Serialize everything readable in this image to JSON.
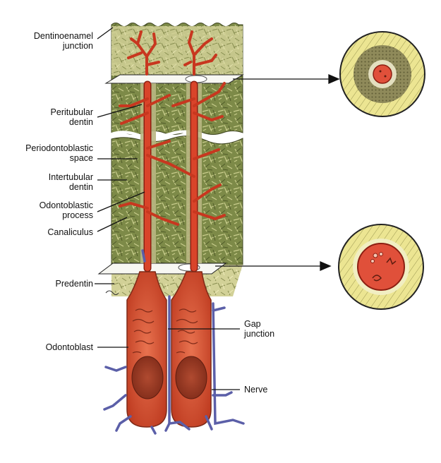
{
  "labels": {
    "dej_1": "Dentinoenamel",
    "dej_2": "junction",
    "peritubular_1": "Peritubular",
    "peritubular_2": "dentin",
    "periodontoblastic_1": "Periodontoblastic",
    "periodontoblastic_2": "space",
    "intertubular_1": "Intertubular",
    "intertubular_2": "dentin",
    "process_1": "Odontoblastic",
    "process_2": "process",
    "canaliculus": "Canaliculus",
    "predentin": "Predentin",
    "odontoblast": "Odontoblast",
    "gap_1": "Gap",
    "gap_2": "junction",
    "nerve": "Nerve"
  },
  "colors": {
    "dentin": "#6b7a3e",
    "dentin_light": "#c9cc86",
    "process": "#d9442a",
    "process_dark": "#8c1f12",
    "cell": "#d95a3a",
    "nerve": "#5b5fa8",
    "predentin": "#e8e3a8",
    "enamel_ring": "#e6df8a"
  }
}
